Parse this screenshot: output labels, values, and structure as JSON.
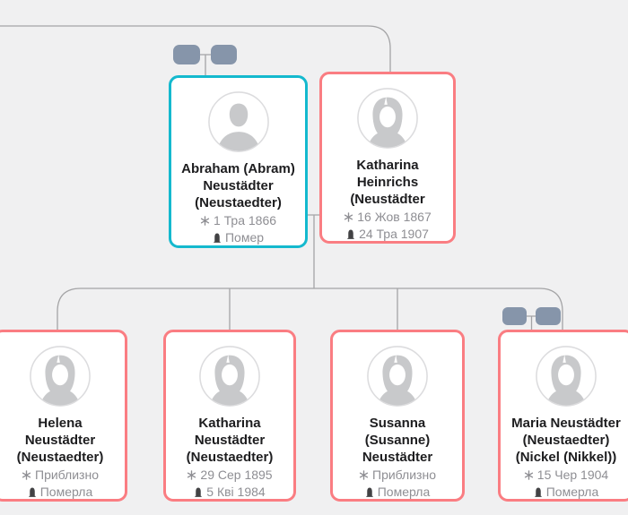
{
  "colors": {
    "background": "#f0f0f1",
    "male_card_border": "#14b9ce",
    "female_card_border": "#fa7d82",
    "connector_line": "#a4a4a6",
    "couple_button": "#8695aa",
    "name_text": "#1d1d1f",
    "date_text": "#8e8e93",
    "death_icon": "#424244",
    "avatar_silhouette": "#c8c9cb"
  },
  "icons": {
    "birth": "asterisk-birth-icon",
    "death": "tombstone-death-icon",
    "couple_link": "couple-link-icon",
    "avatar_male": "male-avatar-icon",
    "avatar_female": "female-avatar-icon"
  },
  "people": {
    "parents": [
      {
        "name_lines": [
          "Abraham (Abram)",
          "Neustädter",
          "(Neustaedter)"
        ],
        "birth": "1 Тра 1866",
        "death": "Помер"
      },
      {
        "name_lines": [
          "Katharina",
          "Heinrichs",
          "(Neustädter"
        ],
        "birth": "16 Жов 1867",
        "death": "24 Тра 1907"
      }
    ],
    "children": [
      {
        "name_lines": [
          "Helena",
          "Neustädter",
          "(Neustaedter)"
        ],
        "birth": "Приблизно",
        "death": "Померла"
      },
      {
        "name_lines": [
          "Katharina",
          "Neustädter",
          "(Neustaedter)"
        ],
        "birth": "29 Сер 1895",
        "death": "5 Кві 1984"
      },
      {
        "name_lines": [
          "Susanna",
          "(Susanne)",
          "Neustädter"
        ],
        "birth": "Приблизно",
        "death": "Померла"
      },
      {
        "name_lines": [
          "Maria Neustädter",
          "(Neustaedter)",
          "(Nickel (Nikkel))"
        ],
        "birth": "15 Чер 1904",
        "death": "Померла"
      }
    ]
  }
}
